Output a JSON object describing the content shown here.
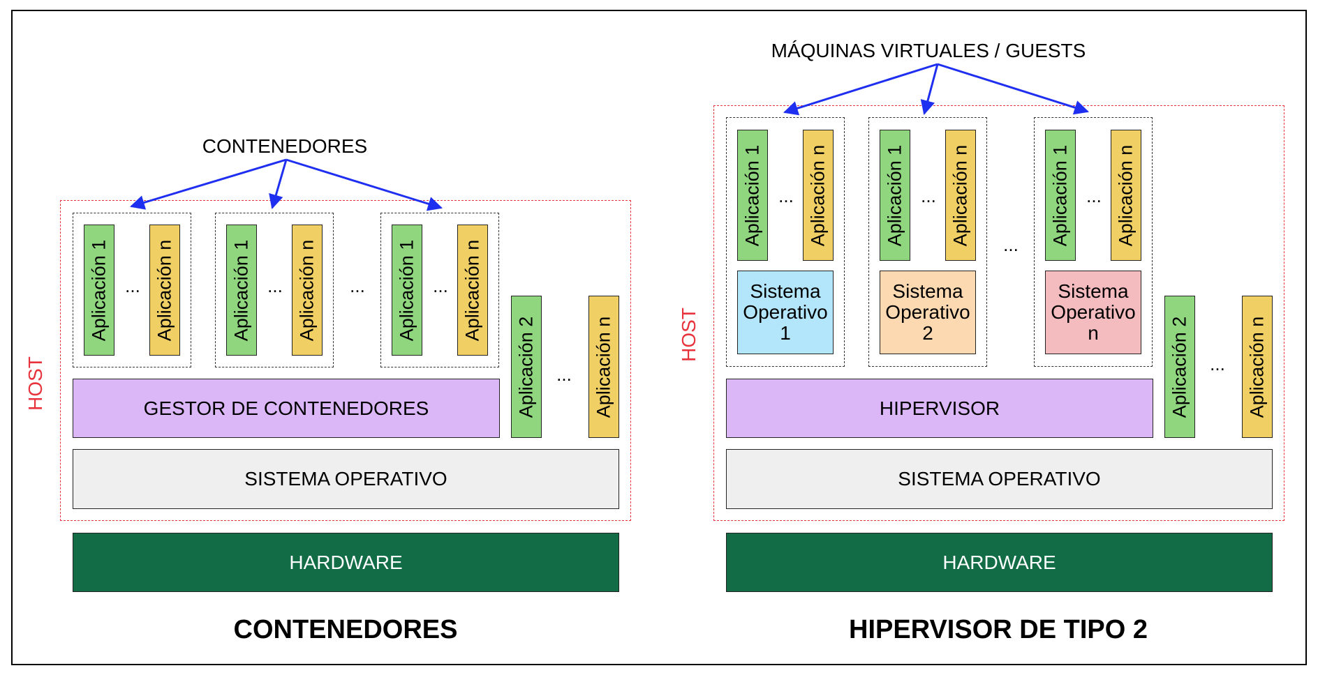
{
  "left": {
    "callout": "CONTENEDORES",
    "host_label": "HOST",
    "containers": [
      {
        "apps": [
          "Aplicación 1",
          "Aplicación n"
        ]
      },
      {
        "apps": [
          "Aplicación 1",
          "Aplicación n"
        ]
      },
      {
        "apps": [
          "Aplicación 1",
          "Aplicación n"
        ]
      }
    ],
    "ellipsis": "...",
    "side_apps": [
      "Aplicación 2",
      "Aplicación n"
    ],
    "manager": "GESTOR DE CONTENEDORES",
    "os": "SISTEMA OPERATIVO",
    "hardware": "HARDWARE",
    "title": "CONTENEDORES"
  },
  "right": {
    "callout": "MÁQUINAS VIRTUALES / GUESTS",
    "host_label": "HOST",
    "vms": [
      {
        "apps": [
          "Aplicación 1",
          "Aplicación n"
        ],
        "os": "Sistema Operativo 1",
        "os_color": "#b3e5fb"
      },
      {
        "apps": [
          "Aplicación 1",
          "Aplicación n"
        ],
        "os": "Sistema Operativo 2",
        "os_color": "#fcd9b1"
      },
      {
        "apps": [
          "Aplicación 1",
          "Aplicación n"
        ],
        "os": "Sistema Operativo n",
        "os_color": "#f5bcc0"
      }
    ],
    "ellipsis": "...",
    "side_apps": [
      "Aplicación 2",
      "Aplicación n"
    ],
    "hypervisor": "HIPERVISOR",
    "os": "SISTEMA OPERATIVO",
    "hardware": "HARDWARE",
    "title": "HIPERVISOR DE TIPO 2"
  },
  "colors": {
    "app_green": "#8fd67f",
    "app_yellow": "#f0d064",
    "manager_purple": "#dcb7f8",
    "os_gray": "#efefef",
    "hardware_green": "#126d47",
    "host_red": "#e8323c",
    "arrow_blue": "#1f2ff0"
  }
}
